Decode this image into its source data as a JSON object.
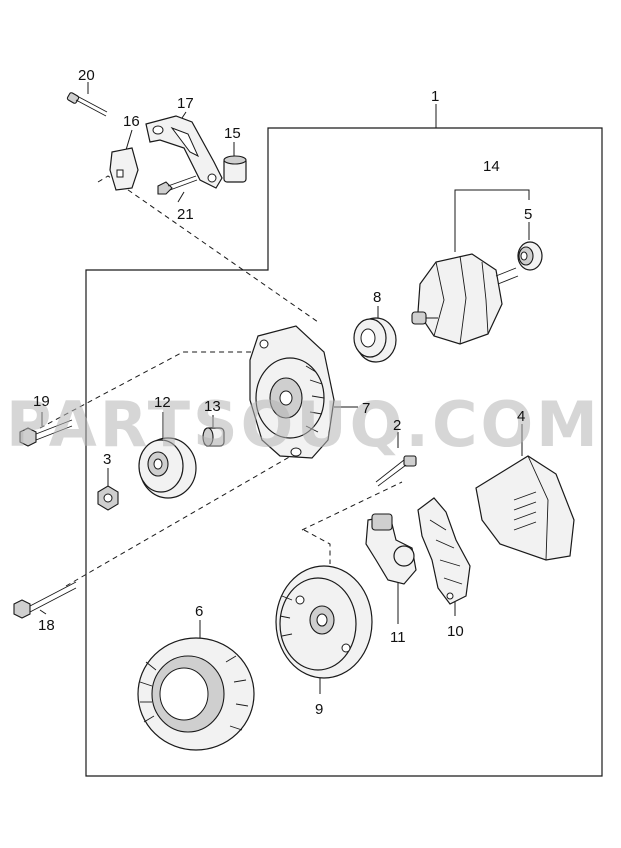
{
  "watermark": "PARTSOUQ.COM",
  "callouts": {
    "c1": "1",
    "c2": "2",
    "c3": "3",
    "c4": "4",
    "c5": "5",
    "c6": "6",
    "c7": "7",
    "c8": "8",
    "c9": "9",
    "c10": "10",
    "c11": "11",
    "c12": "12",
    "c13": "13",
    "c14": "14",
    "c15": "15",
    "c16": "16",
    "c17": "17",
    "c18": "18",
    "c19": "19",
    "c20": "20",
    "c21": "21"
  },
  "colors": {
    "line": "#1a1a1a",
    "watermark": "#b5b5b5",
    "background": "#ffffff"
  }
}
